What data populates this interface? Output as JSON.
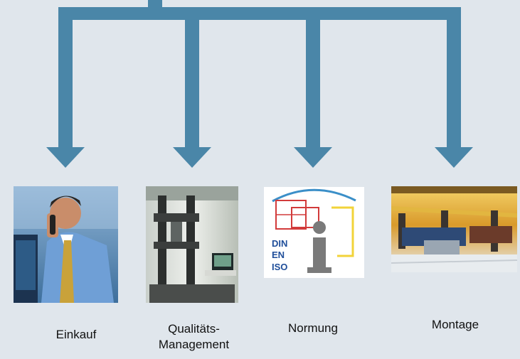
{
  "colors": {
    "background": "#e0e6ec",
    "connector": "#4a86a8"
  },
  "boxes": [
    {
      "id": "einkauf",
      "label": "Einkauf",
      "image": "businessman-on-phone-photo"
    },
    {
      "id": "quality",
      "label_line1": "Qualitäts-",
      "label_line2": "Management",
      "image": "testing-machine-photo"
    },
    {
      "id": "normung",
      "label": "Normung",
      "logo_text": [
        "DIN",
        "EN",
        "ISO"
      ],
      "image": "din-en-iso-logo"
    },
    {
      "id": "montage",
      "label": "Montage",
      "image": "assembly-line-photo"
    }
  ]
}
